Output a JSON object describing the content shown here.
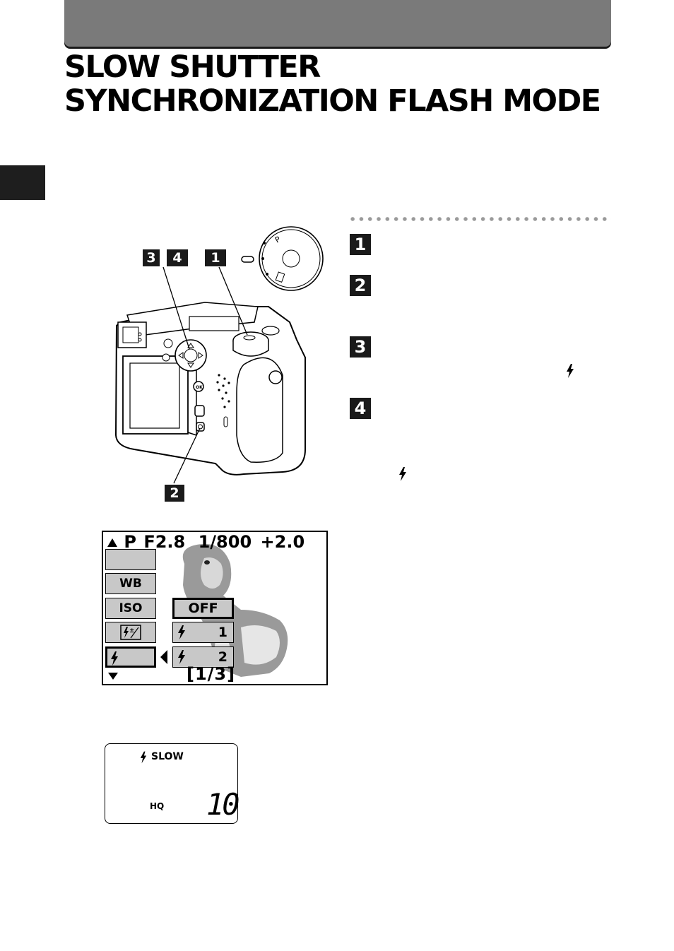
{
  "header": {
    "bar_color": "#7a7a7a"
  },
  "title": {
    "line1": "SLOW SHUTTER",
    "line2": "SYNCHRONIZATION FLASH MODE"
  },
  "callouts": {
    "c3": "3",
    "c4": "4",
    "c1": "1",
    "c2": "2"
  },
  "steps": [
    {
      "number": "1"
    },
    {
      "number": "2"
    },
    {
      "number": "3"
    },
    {
      "number": "4"
    }
  ],
  "icons": [
    "flash-icon",
    "flash-icon",
    "arrow-up-icon",
    "arrow-down-icon",
    "arrow-left-icon",
    "exposure-comp-flash-icon",
    "dog-image"
  ],
  "lcd": {
    "top_mode": "P",
    "top_aperture": "F2.8",
    "top_shutter": "1/800",
    "top_ev": "+2.0",
    "menu_items": [
      "",
      "WB",
      "ISO",
      "",
      ""
    ],
    "options": {
      "off": "OFF",
      "opt1": "1",
      "opt2": "2"
    },
    "page": "[1/3]"
  },
  "control_panel": {
    "flash_label": "SLOW",
    "quality": "HQ",
    "frames_remaining": "10"
  }
}
